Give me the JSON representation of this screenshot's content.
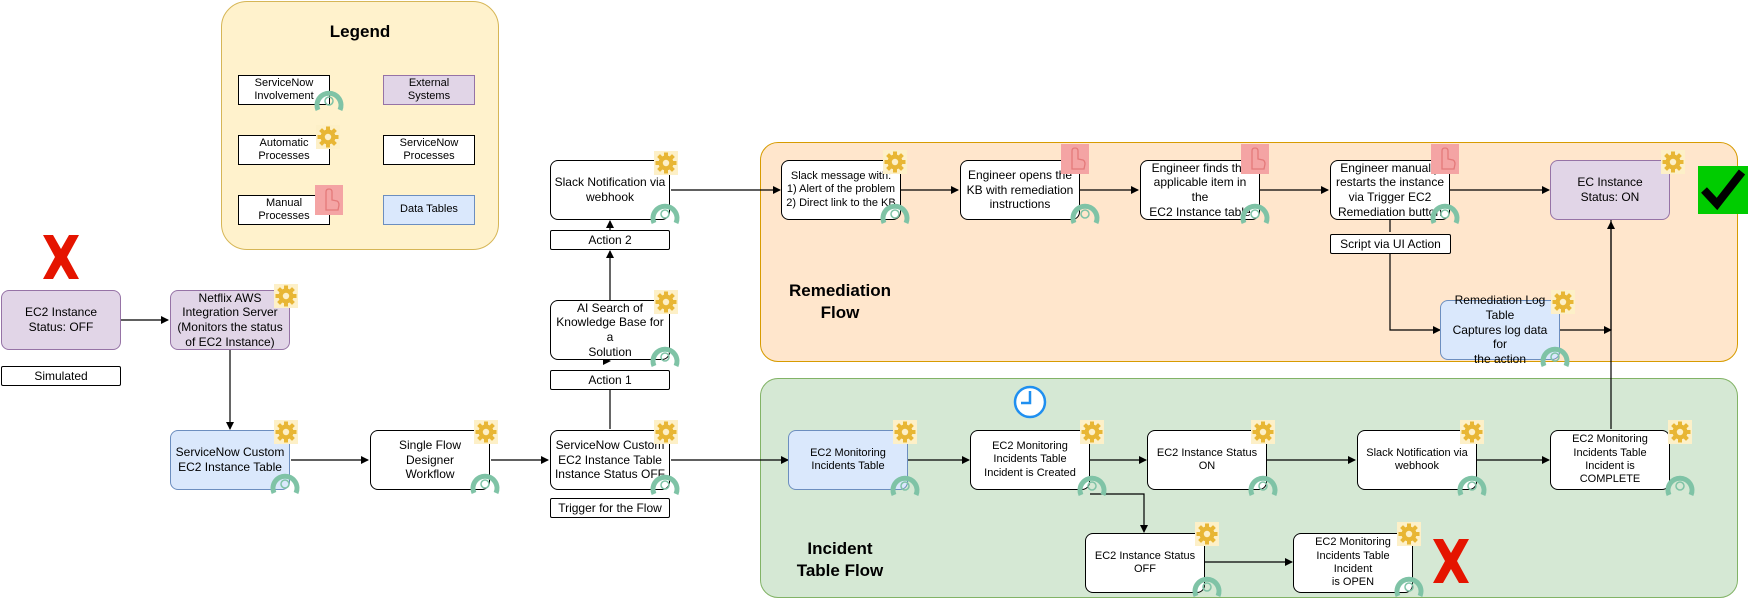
{
  "legend": {
    "title": "Legend",
    "servicenow_involvement": "ServiceNow\nInvolvement",
    "external_systems": "External\nSystems",
    "automatic_processes": "Automatic\nProcesses",
    "servicenow_processes": "ServiceNow\nProcesses",
    "manual_processes": "Manual\nProcesses",
    "data_tables": "Data Tables"
  },
  "regions": {
    "remediation_title": "Remediation\nFlow",
    "incident_title": "Incident\nTable Flow"
  },
  "nodes": {
    "ec2_off": "EC2 Instance\nStatus: OFF",
    "simulated": "Simulated",
    "netflix_aws": "Netflix AWS\nIntegration Server\n(Monitors the status\nof EC2 Instance)",
    "sn_custom_table": "ServiceNow Custom\nEC2 Instance Table",
    "flow_designer": "Single Flow Designer\nWorkflow",
    "sn_table_off": "ServiceNow Custom\nEC2 Instance Table\nInstance Status OFF",
    "trigger": "Trigger for the Flow",
    "action1": "Action 1",
    "ai_search": "AI Search of\nKnowledge Base for a\nSolution",
    "action2": "Action 2",
    "slack_webhook_top": "Slack Notification via\nwebhook",
    "slack_message": "Slack message with:\n1) Alert of the problem\n2) Direct link to the KB",
    "engineer_opens": "Engineer opens the\nKB with remediation\ninstructions",
    "engineer_finds": "Engineer finds the\napplicable item in the\nEC2 Instance table",
    "engineer_restarts": "Engineer manually\nrestarts the instance\nvia Trigger EC2\nRemediation button",
    "script_ui": "Script via UI Action",
    "ec_on": "EC Instance\nStatus: ON",
    "remediation_log": "Remediation Log\nTable\nCaptures log data for\nthe action",
    "ec2_monitoring": "EC2 Monitoring\nIncidents Table",
    "incident_created": "EC2 Monitoring\nIncidents Table\nIncident is Created",
    "status_on": "EC2 Instance Status\nON",
    "slack_webhook_bottom": "Slack Notification via\nwebhook",
    "incident_complete": "EC2 Monitoring\nIncidents Table\nIncident is COMPLETE",
    "status_off": "EC2 Instance Status\nOFF",
    "incident_open": "EC2 Monitoring\nIncidents Table Incident\nis OPEN"
  },
  "colors": {
    "external": "#e1d5e7",
    "data_table": "#dae8fc",
    "legend_bg": "#fff2cc",
    "remediation_bg": "#ffe6cc",
    "incident_bg": "#d5e8d4",
    "fail": "#e51400",
    "success": "#00cc00",
    "clock": "#1f8ff0",
    "gear": "#e8b634",
    "servicenow_logo": "#7fc3a6",
    "manual_hand": "#f4a4a4"
  },
  "icons": {
    "automatic": "gear-icon",
    "servicenow": "servicenow-logo-icon",
    "manual": "hand-pointer-icon",
    "fail": "red-x-icon",
    "success": "checkmark-icon",
    "timer": "clock-icon"
  }
}
